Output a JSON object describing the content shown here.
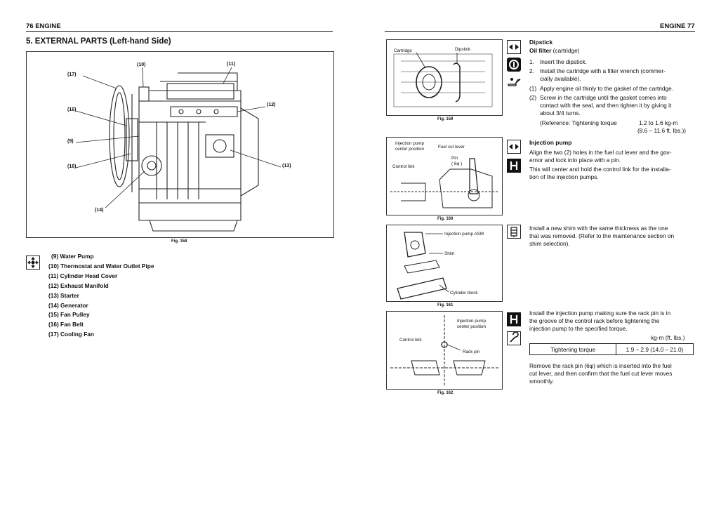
{
  "left_page": {
    "header": "76  ENGINE",
    "section_title": "5.  EXTERNAL PARTS (Left-hand Side)",
    "figure_caption": "Fig. 158",
    "callouts": {
      "c17": "(17)",
      "c10": "(10)",
      "c11": "(11)",
      "c16a": "(16)",
      "c12": "(12)",
      "c9": "(9)",
      "c16b": "(16)",
      "c13": "(13)",
      "c14": "(14)"
    },
    "legend_icon": "explode-arrows-icon",
    "legend": [
      "(9) Water Pump",
      "(10) Thermostat and Water Outlet Pipe",
      "(11) Cylinder Head Cover",
      "(12) Exhaust Manifold",
      "(13) Starter",
      "(14) Generator",
      "(15) Fan Pulley",
      "(16) Fan Belt",
      "(17) Cooling Fan"
    ]
  },
  "right_page": {
    "header": "ENGINE  77",
    "fig159": {
      "caption": "Fig. 159",
      "labels": {
        "cartridge": "Cartridge",
        "dipstick": "Dipstick"
      }
    },
    "fig160": {
      "caption": "Fig. 160",
      "labels": {
        "center1": "Injection pump",
        "center2": "center position",
        "lever": "Fuel cut lever",
        "pin1": "Pin",
        "pin2": "( 6φ )",
        "link": "Control link"
      }
    },
    "fig161": {
      "caption": "Fig. 161",
      "labels": {
        "asm": "Injection pump ASM",
        "shim": "Shim",
        "block": "Cylinder block"
      }
    },
    "fig162": {
      "caption": "Fig. 162",
      "labels": {
        "center1": "Injection pump",
        "center2": "center position",
        "link": "Control link",
        "rack": "Rack pin"
      }
    },
    "dipstick": {
      "heading": "Dipstick",
      "oil_filter_bold": "Oil filter",
      "oil_filter_rest": " (cartridge)",
      "steps": [
        {
          "n": "1.",
          "t": "Insert the dipstick."
        },
        {
          "n": "2.",
          "t": "Install the cartridge with a filter wrench (commer-"
        },
        {
          "n": "",
          "t": "cially available)."
        },
        {
          "n": "(1)",
          "t": "Apply engine oil thinly to the gasket of the cartridge."
        },
        {
          "n": "(2)",
          "t": "Screw in the cartridge until the gasket comes into"
        },
        {
          "n": "",
          "t": "contact with the seal, and then tighten it by giving it"
        },
        {
          "n": "",
          "t": "about 3/4 turns."
        }
      ],
      "reference_label": "(Reference: Tightening torque",
      "reference_value1": "1.2 to 1.6 kg-m",
      "reference_value2": "(8.6 – 11.6 ft. lbs.))"
    },
    "injection_pump": {
      "heading": "Injection pump",
      "lines": [
        "Align the two (2) holes in the fuel cut lever and the gov-",
        "ernor and lock into place with a pin.",
        "This will center and hold the control link for the installa-",
        "tion of the injection pumps."
      ]
    },
    "shim": {
      "lines": [
        "Install a new shim with the same thickness as the one",
        "that was removed. (Refer to the maintenance section on",
        "shim selection)."
      ]
    },
    "install": {
      "lines": [
        "Install the injection pump making sure the rack pin is in",
        "the groove of the control rack before tightening the",
        "injection pump to the specified torque."
      ],
      "unit": "kg-m (ft. lbs.)",
      "table_label": "Tightening torque",
      "table_value": "1.9 – 2.9 (14.0 – 21.0)",
      "after_lines": [
        "Remove the rack pin (6φ) which is inserted into the fuel",
        "cut lever, and then confirm that the fuel cut lever moves",
        "smoothly."
      ]
    },
    "icons": [
      "double-arrow-icon",
      "oil-filter-icon",
      "oil-can-icon",
      "double-arrow-icon",
      "bracket-clamp-icon",
      "pump-icon",
      "bracket-clamp-icon",
      "wrench-icon"
    ]
  }
}
